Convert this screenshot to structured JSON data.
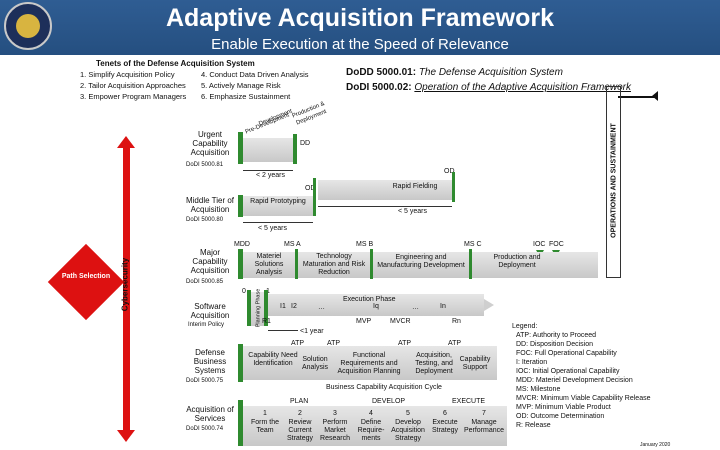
{
  "header": {
    "title": "Adaptive Acquisition Framework",
    "subtitle": "Enable Execution at the Speed of Relevance"
  },
  "tenets": {
    "heading": "Tenets of the Defense Acquisition System",
    "items": [
      "1. Simplify Acquisition Policy",
      "2. Tailor Acquisition Approaches",
      "3. Empower Program Managers",
      "4. Conduct Data Driven Analysis",
      "5. Actively Manage Risk",
      "6. Emphasize Sustainment"
    ]
  },
  "policy_refs": {
    "dodd_id": "DoDD 5000.01:",
    "dodd_text": "The Defense Acquisition System",
    "dodi_id": "DoDI 5000.02:",
    "dodi_text": "Operation of the Adaptive Acquisition Framework"
  },
  "operations_label": "OPERATIONS AND SUSTAINMENT",
  "cybersecurity_label": "Cybersecurity",
  "path_selection_label": "Path Selection",
  "pathways": {
    "uca": {
      "name": "Urgent Capability Acquisition",
      "ref": "DoDI 5000.81",
      "curve_1": "Pre-Development",
      "curve_2": "Development",
      "curve_3": "Production & Deployment",
      "dd": "DD",
      "duration": "< 2 years"
    },
    "mta": {
      "name": "Middle Tier of Acquisition",
      "ref": "DoDI 5000.80",
      "od1": "OD",
      "od2": "OD",
      "prototyping": "Rapid Prototyping",
      "fielding": "Rapid Fielding",
      "dur_fielding": "< 5 years",
      "dur_prototyping": "< 5 years"
    },
    "mca": {
      "name": "Major Capability Acquisition",
      "ref": "DoDI 5000.85",
      "mdd": "MDD",
      "ma": "MS A",
      "mb": "MS B",
      "mc": "MS C",
      "ioc": "IOC",
      "foc": "FOC",
      "phases": [
        "Materiel Solutions Analysis",
        "Technology Maturation and Risk Reduction",
        "Engineering and Manufacturing Development",
        "Production and Deployment"
      ]
    },
    "sw": {
      "name": "Software Acquisition",
      "ref": "Interim Policy",
      "m0": "0",
      "m1": "1",
      "planning": "Planning Phase",
      "exec": "Execution Phase",
      "i1": "I1",
      "i2": "I2",
      "iq": "Iq",
      "in": "In",
      "r1": "R1",
      "rn": "Rn",
      "mvp": "MVP",
      "mvcr": "MVCR",
      "dots1": "…",
      "dots2": "…",
      "dur": "<1 year"
    },
    "dbs": {
      "name": "Defense Business Systems",
      "ref": "DoDI 5000.75",
      "atp1": "ATP",
      "atp2": "ATP",
      "atp3": "ATP",
      "atp4": "ATP",
      "phases": [
        "Capability Need Identification",
        "Solution Analysis",
        "Functional Requirements and Acquisition Planning",
        "Acquisition, Testing, and Deployment",
        "Capability Support"
      ],
      "cycle": "Business Capability Acquisition Cycle"
    },
    "aos": {
      "name": "Acquisition of Services",
      "ref": "DoDI 5000.74",
      "plan": "PLAN",
      "develop": "DEVELOP",
      "execute": "EXECUTE",
      "steps": [
        {
          "num": "1",
          "text": "Form the Team"
        },
        {
          "num": "2",
          "text": "Review Current Strategy"
        },
        {
          "num": "3",
          "text": "Perform Market Research"
        },
        {
          "num": "4",
          "text": "Define Require-ments"
        },
        {
          "num": "5",
          "text": "Develop Acquisition Strategy"
        },
        {
          "num": "6",
          "text": "Execute Strategy"
        },
        {
          "num": "7",
          "text": "Manage Performance"
        }
      ]
    }
  },
  "legend": {
    "heading": "Legend:",
    "items": [
      "ATP: Authority to Proceed",
      "DD: Disposition Decision",
      "FOC: Full Operational Capability",
      "I: Iteration",
      "IOC: Initial Operational Capability",
      "MDD: Materiel Development Decision",
      "MS: Milestone",
      "MVCR: Minimum Viable Capability Release",
      "MVP: Minimum Viable Product",
      "OD: Outcome Determination",
      "R: Release"
    ]
  },
  "date": "January 2020",
  "colors": {
    "banner": "#2f5d93",
    "accent_green": "#2f8a2f",
    "cyber_red": "#dd1111",
    "bar_grey": "#d0d0d0"
  }
}
